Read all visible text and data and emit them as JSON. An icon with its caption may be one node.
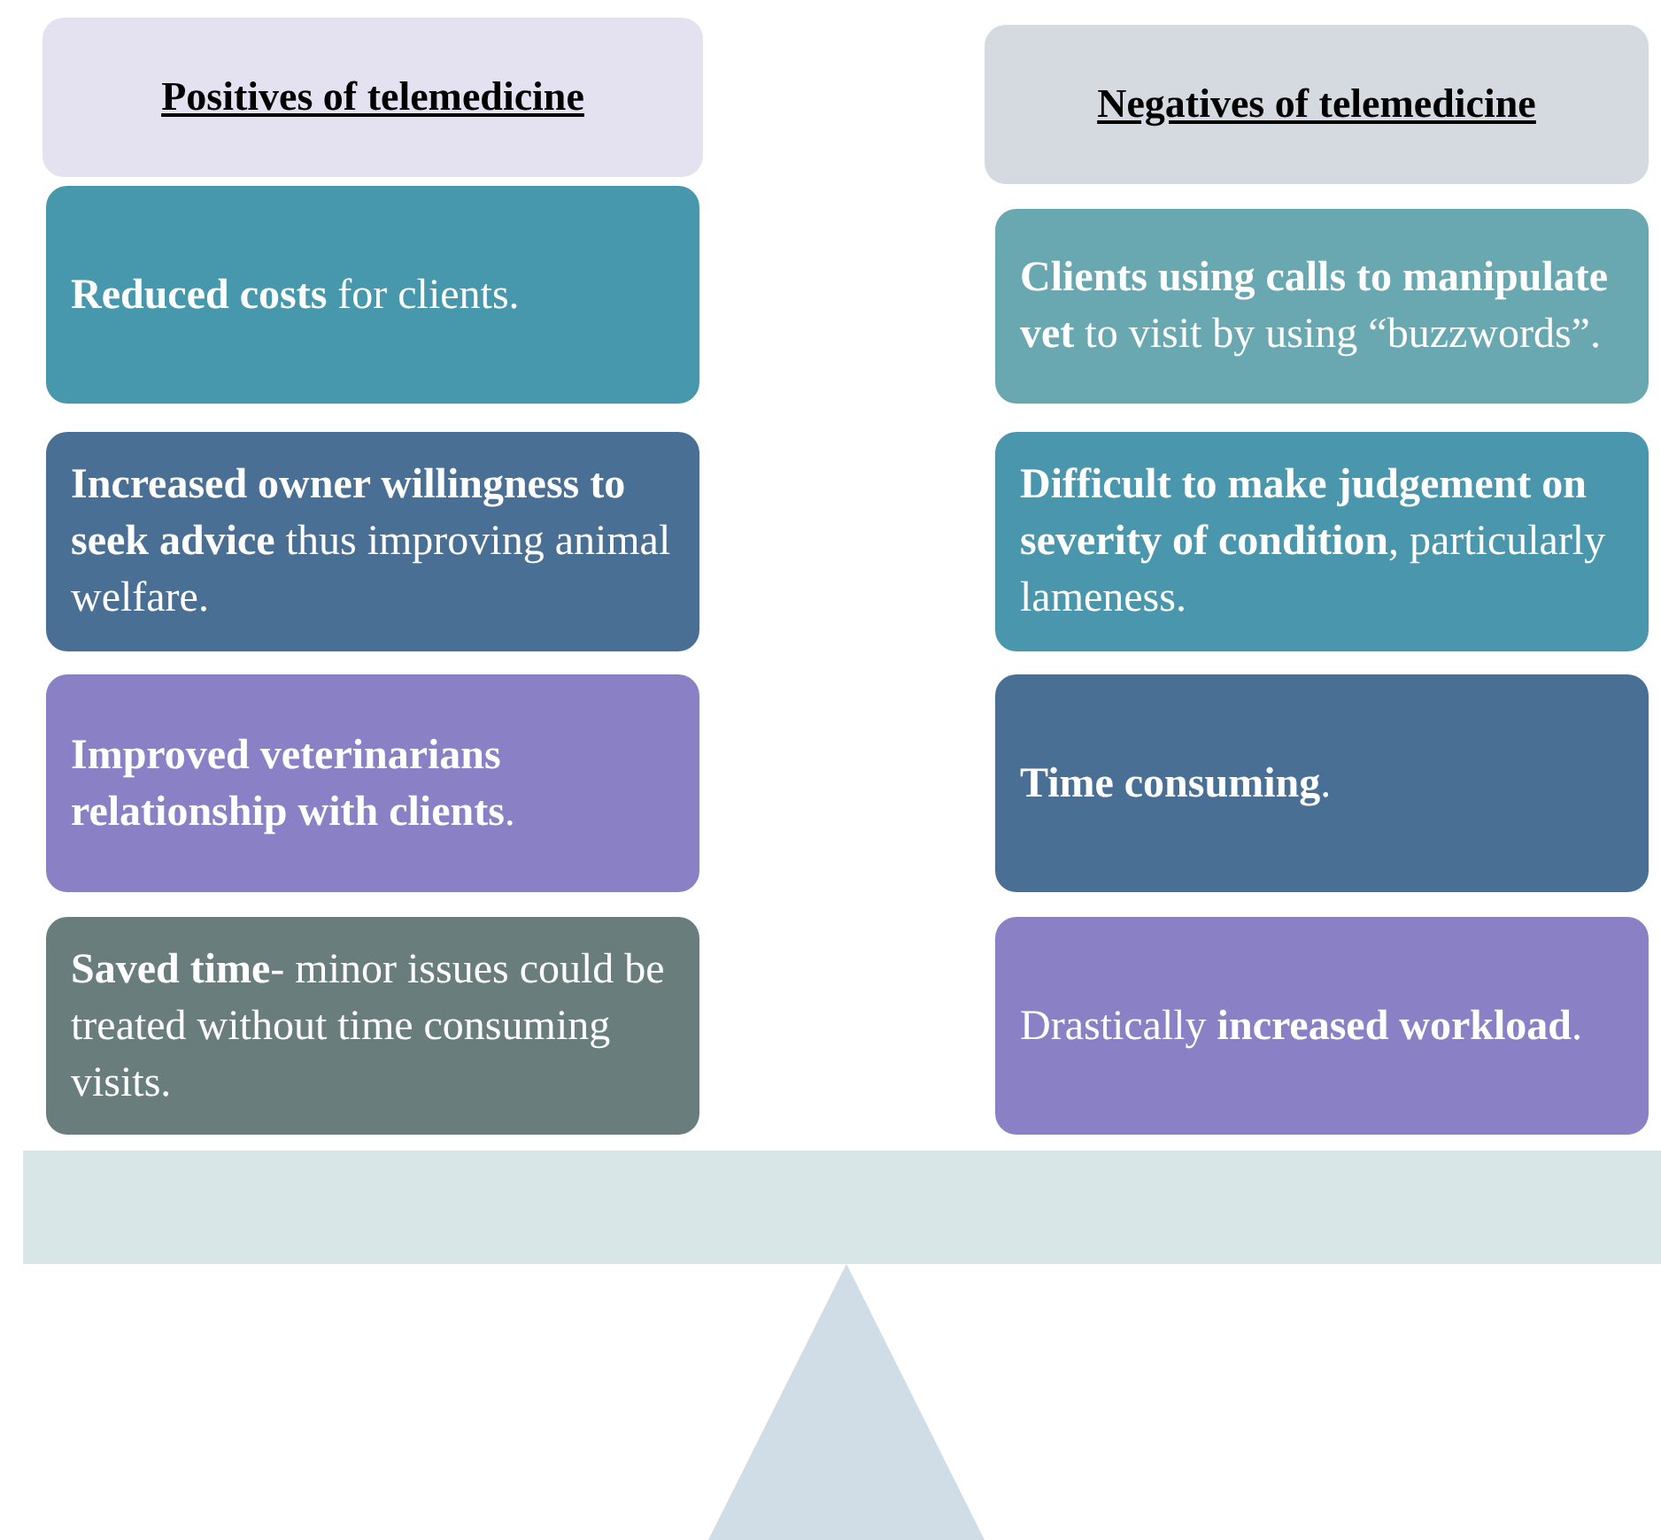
{
  "diagram": {
    "nodes": [
      {
        "text": [
          "Positives of telemedicine"
        ]
      },
      {
        "text": [
          "**Reduced costs** for clients."
        ]
      },
      {
        "text": [
          "**Increased owner willingness to seek advice** thus improving animal welfare."
        ]
      },
      {
        "text": [
          "**Improved veterinarians relationship with clients**."
        ]
      },
      {
        "text": [
          "**Saved time**- minor issues could be treated without time consuming visits."
        ]
      },
      {
        "text": [
          "Negatives of telemedicine"
        ]
      },
      {
        "text": [
          "**Clients using calls to manipulate vet** to visit by using “buzzwords”."
        ]
      },
      {
        "text": [
          "**Difficult to make judgement on severity of condition**, particularly lameness."
        ]
      },
      {
        "text": [
          "**Time consuming**."
        ]
      },
      {
        "text": [
          "Drastically **increased workload**."
        ]
      }
    ]
  }
}
